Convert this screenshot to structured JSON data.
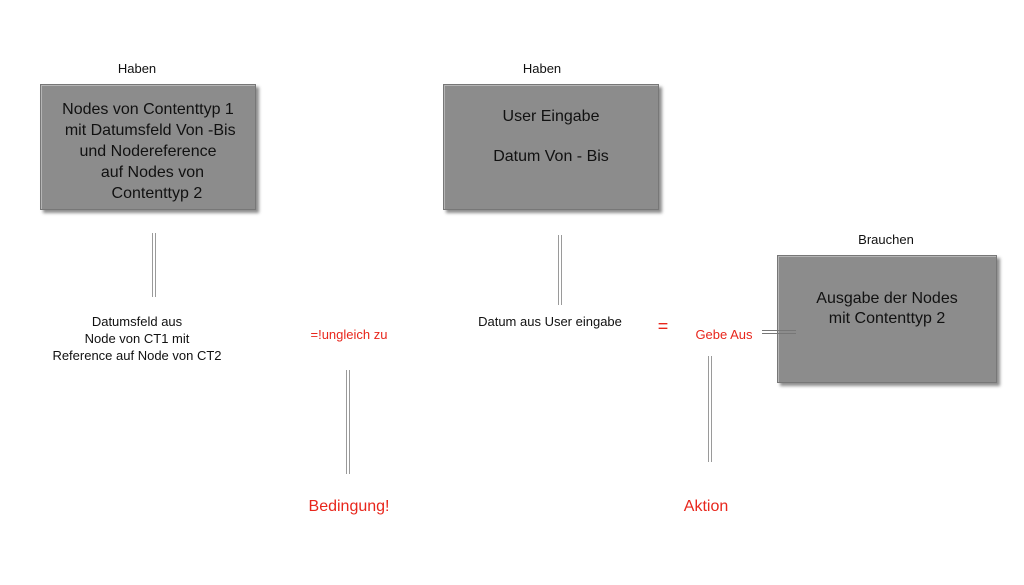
{
  "box1": {
    "heading": "Haben",
    "text": "Nodes von Contenttyp 1\n mit Datumsfeld Von -Bis\nund Nodereference\n  auf Nodes von\n    Contenttyp 2"
  },
  "box2": {
    "heading": "Haben",
    "line1": "User Eingabe",
    "line2": "Datum Von - Bis"
  },
  "box3": {
    "heading": "Brauchen",
    "text": "Ausgabe der Nodes\nmit Contenttyp 2"
  },
  "texts": {
    "datumsfeld": "Datumsfeld aus\nNode von CT1 mit\nReference auf Node von CT2",
    "ungleich": "=!ungleich zu",
    "datum_user": "Datum aus User eingabe",
    "equals": "=",
    "gebe_aus": "Gebe Aus",
    "bedingung": "Bedingung!",
    "aktion": "Aktion"
  },
  "colors": {
    "accent_red": "#e8261c",
    "box_fill": "#8c8c8c"
  }
}
